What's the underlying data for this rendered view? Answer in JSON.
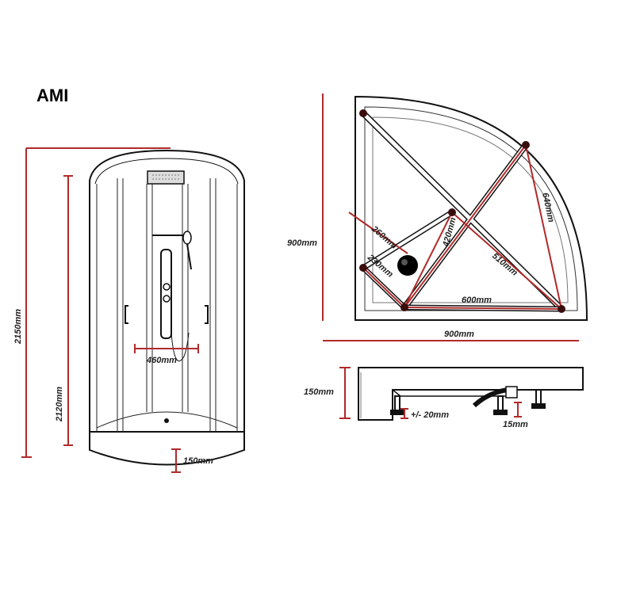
{
  "title": "AMI",
  "colors": {
    "dimension": "#b02a2a",
    "outline": "#111111",
    "dot": "#3a0d0d"
  },
  "front_view": {
    "height_total": "2150mm",
    "height_inner": "2120mm",
    "width_inner": "460mm",
    "tray_height": "150mm"
  },
  "top_view": {
    "depth": "900mm",
    "width": "900mm",
    "dim_260": "260mm",
    "dim_230": "230mm",
    "dim_420": "420mm",
    "dim_510": "510mm",
    "dim_600": "600mm",
    "dim_640": "640mm"
  },
  "side_view": {
    "tray_height": "150mm",
    "leg_adjust": "+/- 20mm",
    "leg_gap": "15mm"
  }
}
